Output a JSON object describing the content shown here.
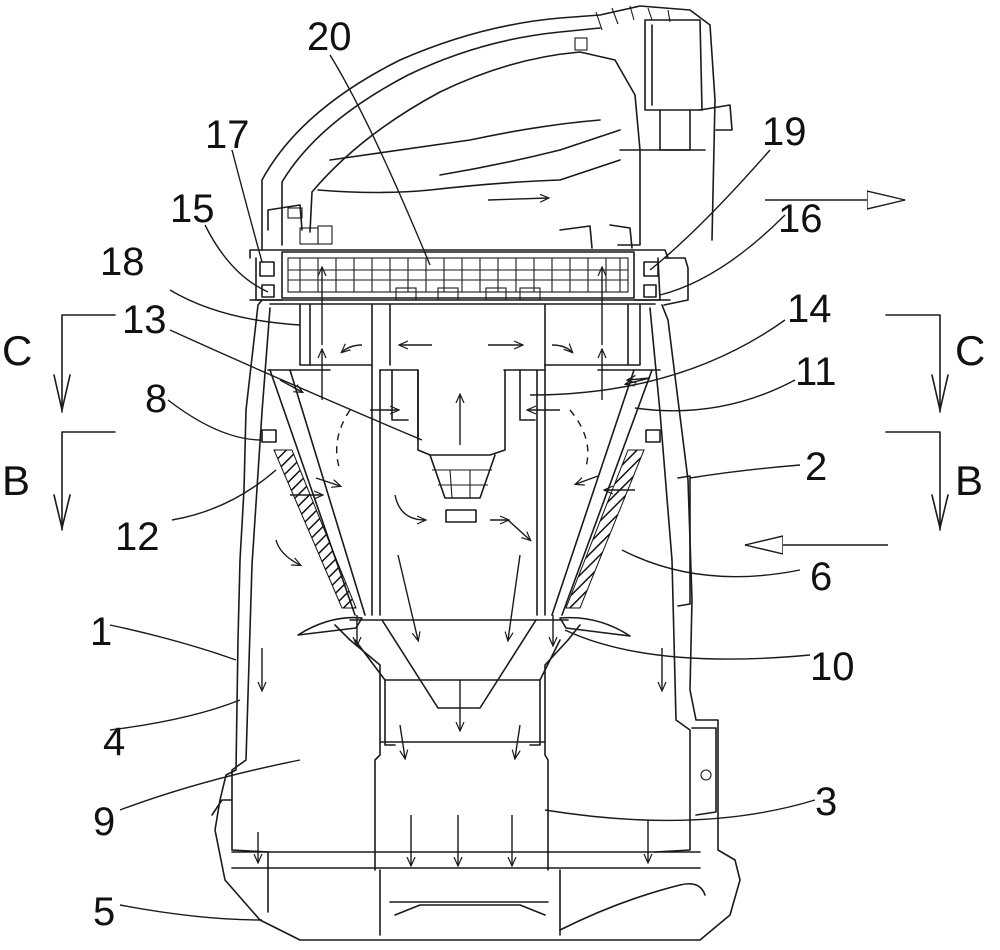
{
  "diagram": {
    "labels": {
      "n1": "1",
      "n2": "2",
      "n3": "3",
      "n4": "4",
      "n5": "5",
      "n6": "6",
      "n8": "8",
      "n9": "9",
      "n10": "10",
      "n11": "11",
      "n12": "12",
      "n13": "13",
      "n14": "14",
      "n15": "15",
      "n16": "16",
      "n17": "17",
      "n18": "18",
      "n19": "19",
      "n20": "20"
    },
    "section_marks": {
      "c_left": "C",
      "c_right": "C",
      "b_left": "B",
      "b_right": "B"
    }
  }
}
